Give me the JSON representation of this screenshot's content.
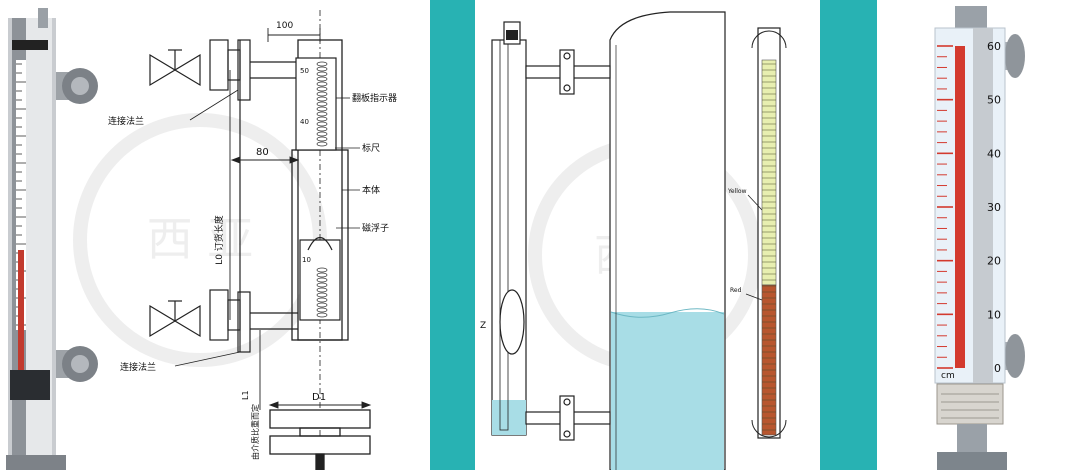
{
  "colors": {
    "teal_frame": "#28b2b3",
    "liquid": "#a8dde6",
    "scale_red": "#d33a2e",
    "dimension_line": "#222222"
  },
  "left": {
    "dim_100": "100",
    "dim_80": "80",
    "dim_d1": "D1",
    "scale_top": "50",
    "scale_mid": "40",
    "scale_low": "10",
    "label_indicator": "翻板指示器",
    "label_scale": "标尺",
    "label_body": "本体",
    "label_float": "磁浮子",
    "label_flange_top": "连接法兰",
    "label_flange_bottom": "连接法兰",
    "label_l0": "L0 订货长度",
    "label_l1": "L1",
    "label_l1_text": "由介质比重而定",
    "watermark": "西 亚"
  },
  "middle": {
    "label_z": "Z",
    "label_yellow": "Yellow",
    "label_red": "Red",
    "watermark": "西 亚"
  },
  "right": {
    "scale": [
      {
        "v": 60,
        "t": "60"
      },
      {
        "v": 50,
        "t": "50"
      },
      {
        "v": 40,
        "t": "40"
      },
      {
        "v": 30,
        "t": "30"
      },
      {
        "v": 20,
        "t": "20"
      },
      {
        "v": 10,
        "t": "10"
      },
      {
        "v": 0,
        "t": "0"
      }
    ],
    "unit": "cm",
    "level": 60
  }
}
